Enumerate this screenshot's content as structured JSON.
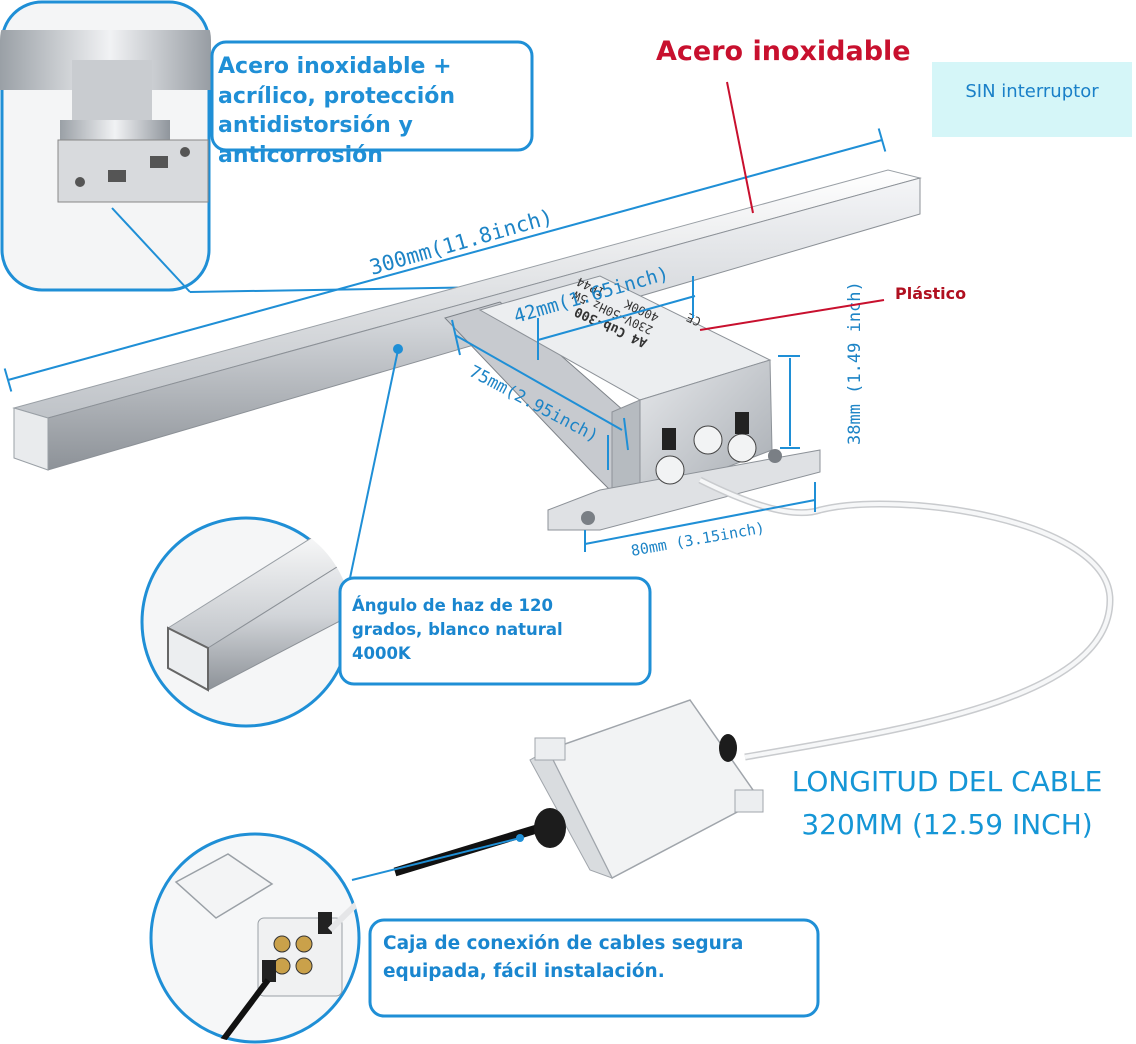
{
  "callouts": {
    "material": "Acero inoxidable + acrílico, protección antidistorsión y anticorrosión",
    "beam": "Ángulo de haz de 120 grados, blanco natural 4000K",
    "junction": "Caja de conexión de cables segura equipada, fácil instalación."
  },
  "labels": {
    "steel": "Acero inoxidable",
    "plastic": "Plástico",
    "no_switch": "SIN interruptor",
    "cable_line1": "LONGITUD DEL CABLE",
    "cable_line2": "320MM (12.59 INCH)"
  },
  "dimensions": {
    "length": "300mm(11.8inch)",
    "box_width": "42mm(1.65inch)",
    "arm_length": "75mm(2.95inch)",
    "height": "38mm (1.49 inch)",
    "base_width": "80mm (3.15inch)"
  },
  "product_label": {
    "line1": "A4 Cub-300",
    "line2": "230V~50Hz 5W",
    "line3": "4000K",
    "line4": "IP44",
    "line5": "CE"
  },
  "colors": {
    "accent_blue": "#1f8fd6",
    "accent_red": "#c8102e",
    "panel_cyan": "#d5f6f8"
  }
}
